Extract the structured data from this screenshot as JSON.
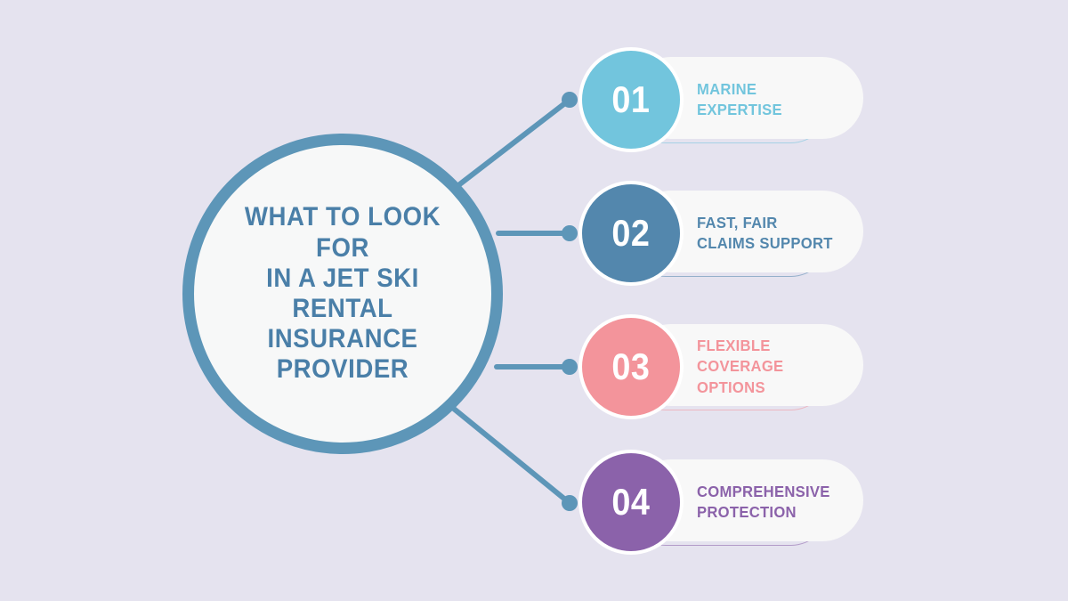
{
  "background_color": "#e5e3ef",
  "central": {
    "title": "WHAT TO LOOK FOR\nIN A JET SKI\nRENTAL INSURANCE\nPROVIDER",
    "ring_color": "#5d96b8",
    "fill_color": "#f7f8f8",
    "text_color": "#4a7fa8"
  },
  "connector_color": "#5d96b8",
  "items": [
    {
      "number": "01",
      "label": "MARINE\nEXPERTISE",
      "color": "#72c5dd",
      "pill_color": "#f8f8f8"
    },
    {
      "number": "02",
      "label": "FAST, FAIR\nCLAIMS SUPPORT",
      "color": "#5387ad",
      "pill_color": "#f8f8f8"
    },
    {
      "number": "03",
      "label": "FLEXIBLE\nCOVERAGE\nOPTIONS",
      "color": "#f3949b",
      "pill_color": "#f8f8f8"
    },
    {
      "number": "04",
      "label": "COMPREHENSIVE\nPROTECTION",
      "color": "#8b62aa",
      "pill_color": "#f8f8f8"
    }
  ]
}
